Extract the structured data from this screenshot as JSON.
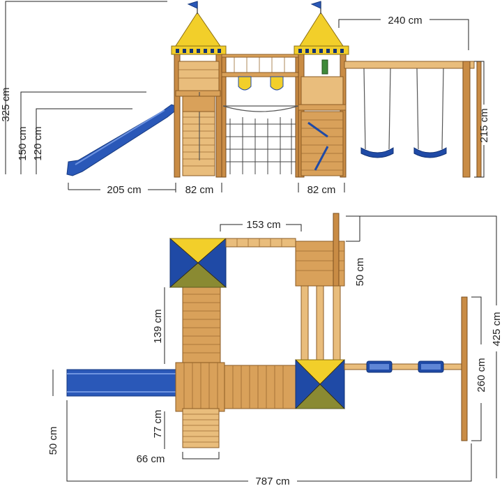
{
  "side_view": {
    "dimensions": {
      "total_height": "325 cm",
      "slide_height_1": "150 cm",
      "slide_height_2": "120 cm",
      "slide_length": "205 cm",
      "tower_left": "82 cm",
      "tower_right": "82 cm",
      "swing_width": "240 cm",
      "swing_height": "215 cm"
    }
  },
  "top_view": {
    "dimensions": {
      "bridge_width": "153 cm",
      "offset_50_right": "50 cm",
      "total_depth": "425 cm",
      "platform_length": "139 cm",
      "swing_frame": "260 cm",
      "ladder_depth": "77 cm",
      "ladder_width": "66 cm",
      "slide_width": "50 cm",
      "total_width": "787 cm"
    }
  },
  "colors": {
    "wood": "#d9a15a",
    "roof_yellow": "#f2cf2a",
    "roof_blue": "#2a58b8",
    "slide_blue": "#2a58b8"
  }
}
